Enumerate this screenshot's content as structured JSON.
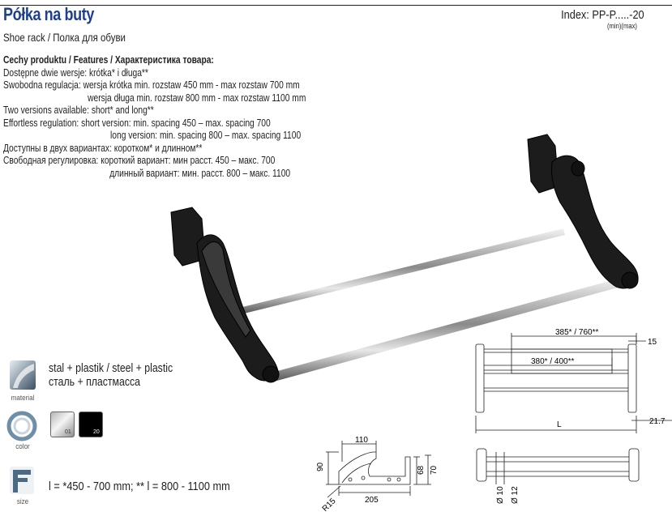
{
  "header": {
    "title": "Półka na buty",
    "subtitle": "Shoe rack / Полка для обуви",
    "index_label": "Index: PP-P.....-20",
    "index_sub": "(min)(max)"
  },
  "features": {
    "heading": "Cechy produktu / Features / Характеристика товара:",
    "lines": [
      "Dostępne dwie wersje: krótka* i długa**",
      "Swobodna regulacja: wersja krótka min. rozstaw 450 mm - max rozstaw 700 mm",
      "wersja długa min. rozstaw 800 mm - max rozstaw 1100 mm",
      "Two versions available: short* and long**",
      "Effortless regulation: short version: min. spacing 450 – max. spacing 700",
      "long version: min. spacing 800 – max. spacing 1100",
      "Доступны в двух вариантах: коротком* и длинном**",
      "Свободная регулировка: короткий вариант: мин расст. 450 – макс. 700",
      "длинный вариант: мин. расст. 800 – макс. 1100"
    ]
  },
  "attributes": {
    "material_label": "material",
    "material_text_1": "stal + plastik / steel + plastic",
    "material_text_2": "сталь + пластмасса",
    "color_label": "color",
    "color_codes": [
      "01",
      "20"
    ],
    "size_label": "size",
    "size_text": "l = *450 - 700 mm;  ** l = 800 - 1100 mm"
  },
  "dimensions": {
    "top_width": "385* / 760**",
    "inner_width": "380* / 400**",
    "edge": "15",
    "length": "L",
    "depth": "21.7",
    "bracket_width": "110",
    "bracket_height": "90",
    "bracket_base": "205",
    "bracket_h1": "68",
    "bracket_h2": "70",
    "bracket_radius": "R15",
    "rod_d1": "Ø 10",
    "rod_d2": "Ø 12"
  },
  "colors": {
    "title_blue": "#1d3f8f",
    "swatch_white": "#d8d8d8",
    "swatch_black": "#000000"
  }
}
